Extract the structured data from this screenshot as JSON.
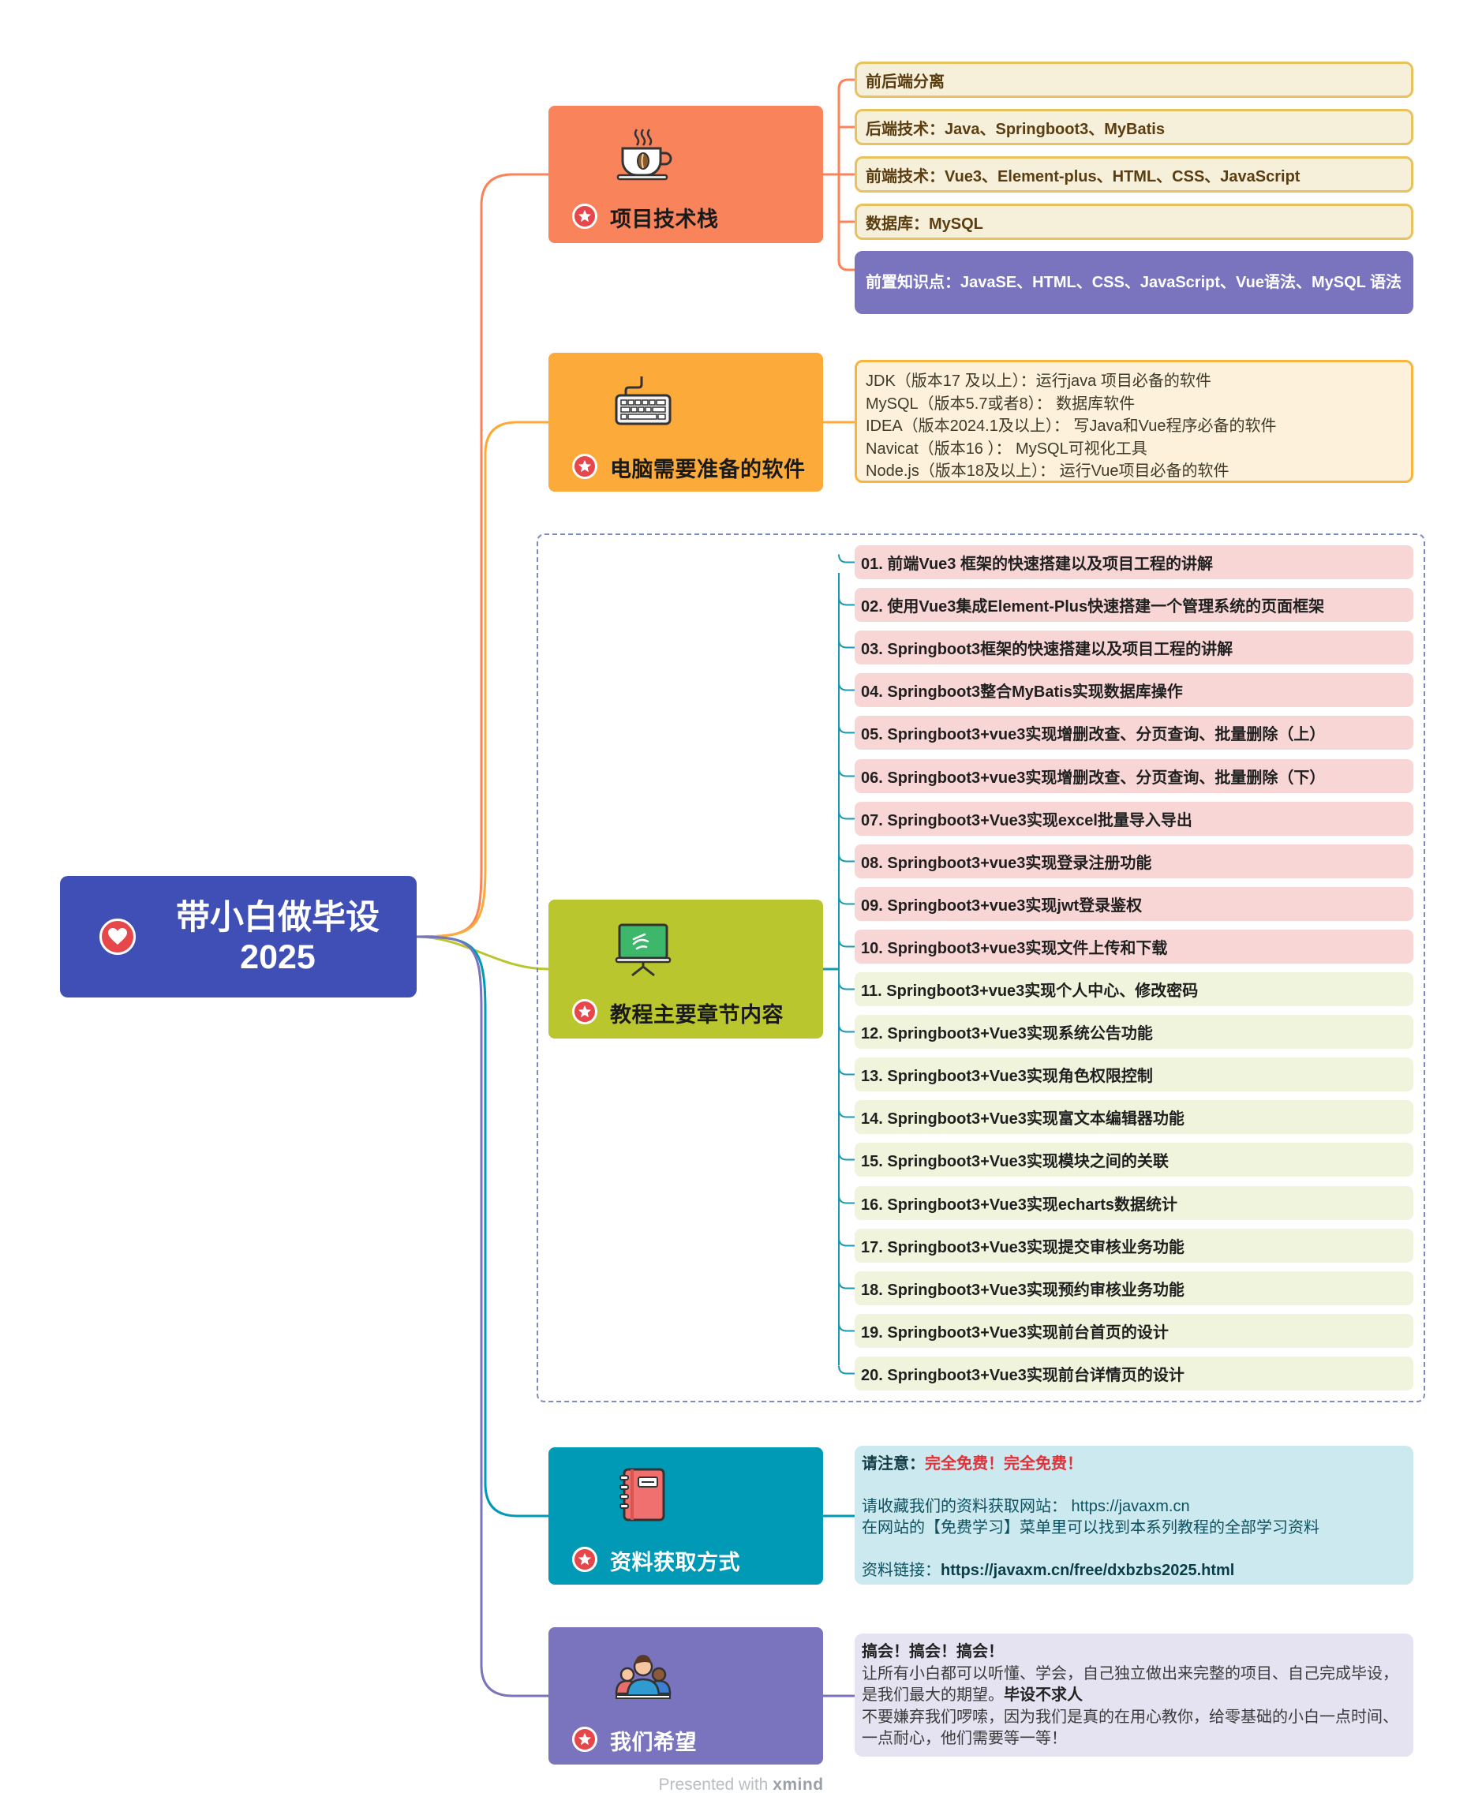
{
  "root": {
    "title_line1": "带小白做毕设",
    "title_line2": "2025"
  },
  "branches": {
    "tech_stack": "项目技术栈",
    "software": "电脑需要准备的软件",
    "chapters": "教程主要章节内容",
    "resources": "资料获取方式",
    "hope": "我们希望"
  },
  "tech_items": [
    "前后端分离",
    "后端技术：Java、Springboot3、MyBatis",
    "前端技术：Vue3、Element-plus、HTML、CSS、JavaScript",
    "数据库：MySQL",
    "前置知识点：JavaSE、HTML、CSS、JavaScript、Vue语法、MySQL 语法"
  ],
  "software_items": [
    "JDK（版本17 及以上）：运行java 项目必备的软件",
    "MySQL（版本5.7或者8）： 数据库软件",
    "IDEA（版本2024.1及以上）： 写Java和Vue程序必备的软件",
    "Navicat（版本16 ）： MySQL可视化工具",
    "Node.js（版本18及以上）： 运行Vue项目必备的软件"
  ],
  "chapters": [
    "01. 前端Vue3 框架的快速搭建以及项目工程的讲解",
    "02. 使用Vue3集成Element-Plus快速搭建一个管理系统的页面框架",
    "03. Springboot3框架的快速搭建以及项目工程的讲解",
    "04. Springboot3整合MyBatis实现数据库操作",
    "05. Springboot3+vue3实现增删改查、分页查询、批量删除（上）",
    "06. Springboot3+vue3实现增删改查、分页查询、批量删除（下）",
    "07. Springboot3+Vue3实现excel批量导入导出",
    "08. Springboot3+vue3实现登录注册功能",
    "09. Springboot3+vue3实现jwt登录鉴权",
    "10. Springboot3+vue3实现文件上传和下载",
    "11.  Springboot3+vue3实现个人中心、修改密码",
    "12. Springboot3+Vue3实现系统公告功能",
    "13. Springboot3+Vue3实现角色权限控制",
    "14. Springboot3+Vue3实现富文本编辑器功能",
    "15. Springboot3+Vue3实现模块之间的关联",
    "16. Springboot3+Vue3实现echarts数据统计",
    "17. Springboot3+Vue3实现提交审核业务功能",
    "18. Springboot3+Vue3实现预约审核业务功能",
    "19. Springboot3+Vue3实现前台首页的设计",
    "20. Springboot3+Vue3实现前台详情页的设计"
  ],
  "resources": {
    "notice_label": "请注意：",
    "notice_value": "完全免费！完全免费！",
    "line1": "请收藏我们的资料获取网站： https://javaxm.cn",
    "line2": "在网站的【免费学习】菜单里可以找到本系列教程的全部学习资料",
    "link_label": "资料链接：",
    "link_value": "https://javaxm.cn/free/dxbzbs2025.html"
  },
  "hope": {
    "heading": "搞会！搞会！搞会！",
    "body1": "让所有小白都可以听懂、学会，自己独立做出来完整的项目、自己完成毕设，是我们最大的期望。",
    "body1_emph": "毕设不求人",
    "body2": "不要嫌弃我们啰嗦，因为我们是真的在用心教你，给零基础的小白一点时间、一点耐心，他们需要等一等！"
  },
  "footer": {
    "prefix": "Presented with ",
    "brand": "xmind"
  },
  "colors": {
    "root": "#3f4fb5",
    "tech": "#f9845b",
    "software": "#fcab3a",
    "chapters": "#b9c62e",
    "resources": "#0099b6",
    "hope": "#7a73bd",
    "chapters_line": "#1a9aae"
  }
}
